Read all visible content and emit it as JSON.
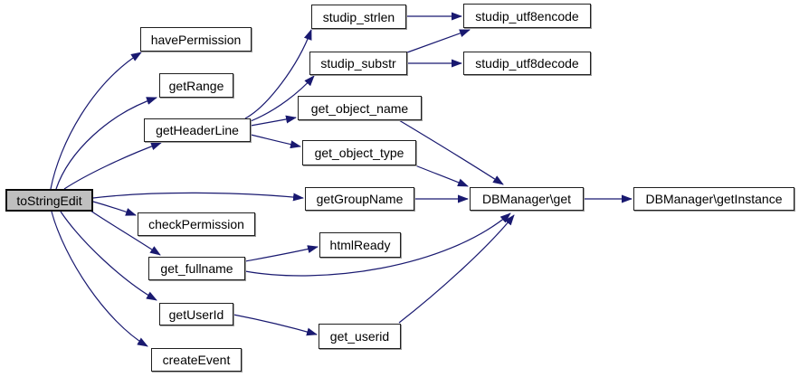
{
  "diagram": {
    "type": "call-graph",
    "root": "toStringEdit",
    "colors": {
      "background": "#ffffff",
      "edge": "#191970",
      "node_border": "#1f1f1f",
      "node_fill": "#ffffff",
      "root_fill": "#bfbfbf",
      "text": "#000000"
    },
    "nodes": {
      "toStringEdit": {
        "label": "toStringEdit"
      },
      "havePermission": {
        "label": "havePermission"
      },
      "getRange": {
        "label": "getRange"
      },
      "getHeaderLine": {
        "label": "getHeaderLine"
      },
      "checkPermission": {
        "label": "checkPermission"
      },
      "get_fullname": {
        "label": "get_fullname"
      },
      "getUserId": {
        "label": "getUserId"
      },
      "createEvent": {
        "label": "createEvent"
      },
      "studip_strlen": {
        "label": "studip_strlen"
      },
      "studip_substr": {
        "label": "studip_substr"
      },
      "studip_utf8encode": {
        "label": "studip_utf8encode"
      },
      "studip_utf8decode": {
        "label": "studip_utf8decode"
      },
      "get_object_name": {
        "label": "get_object_name"
      },
      "get_object_type": {
        "label": "get_object_type"
      },
      "getGroupName": {
        "label": "getGroupName"
      },
      "htmlReady": {
        "label": "htmlReady"
      },
      "get_userid": {
        "label": "get_userid"
      },
      "DBManager_get": {
        "label": "DBManager\\get"
      },
      "DBManager_getInstance": {
        "label": "DBManager\\getInstance"
      }
    },
    "edges": [
      {
        "from": "toStringEdit",
        "to": "havePermission"
      },
      {
        "from": "toStringEdit",
        "to": "getRange"
      },
      {
        "from": "toStringEdit",
        "to": "getHeaderLine"
      },
      {
        "from": "toStringEdit",
        "to": "getGroupName"
      },
      {
        "from": "toStringEdit",
        "to": "checkPermission"
      },
      {
        "from": "toStringEdit",
        "to": "get_fullname"
      },
      {
        "from": "toStringEdit",
        "to": "getUserId"
      },
      {
        "from": "toStringEdit",
        "to": "createEvent"
      },
      {
        "from": "getHeaderLine",
        "to": "studip_strlen"
      },
      {
        "from": "getHeaderLine",
        "to": "studip_substr"
      },
      {
        "from": "getHeaderLine",
        "to": "get_object_name"
      },
      {
        "from": "getHeaderLine",
        "to": "get_object_type"
      },
      {
        "from": "studip_strlen",
        "to": "studip_utf8encode"
      },
      {
        "from": "studip_substr",
        "to": "studip_utf8encode"
      },
      {
        "from": "studip_substr",
        "to": "studip_utf8decode"
      },
      {
        "from": "get_object_name",
        "to": "DBManager_get"
      },
      {
        "from": "get_object_type",
        "to": "DBManager_get"
      },
      {
        "from": "getGroupName",
        "to": "DBManager_get"
      },
      {
        "from": "get_fullname",
        "to": "htmlReady"
      },
      {
        "from": "get_fullname",
        "to": "DBManager_get"
      },
      {
        "from": "getUserId",
        "to": "get_userid"
      },
      {
        "from": "get_userid",
        "to": "DBManager_get"
      },
      {
        "from": "DBManager_get",
        "to": "DBManager_getInstance"
      }
    ]
  }
}
